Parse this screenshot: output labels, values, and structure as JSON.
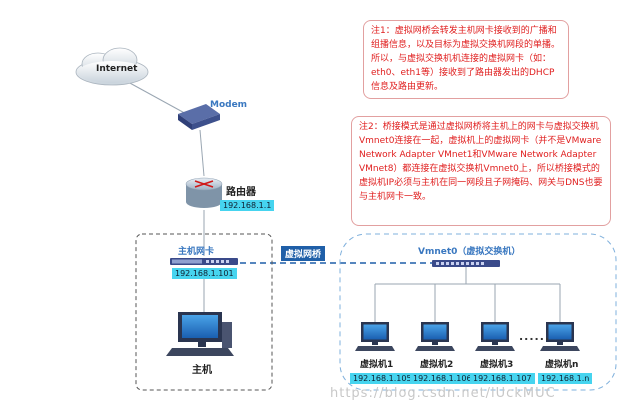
{
  "notes": {
    "note1": "注1：虚拟网桥会转发主机网卡接收到的广播和组播信息，以及目标为虚拟交换机网段的单播。所以，与虚拟交换机机连接的虚拟网卡（如：eth0、eth1等）接收到了路由器发出的DHCP信息及路由更新。",
    "note2": "注2：桥接模式是通过虚拟网桥将主机上的网卡与虚拟交换机Vmnet0连接在一起，虚拟机上的虚拟网卡（并不是VMware Network Adapter VMnet1和VMware Network Adapter VMnet8）都连接在虚拟交换机Vmnet0上，所以桥接模式的虚拟机IP必须与主机在同一网段且子网掩码、网关与DNS也要与主机网卡一致。"
  },
  "internet": {
    "label": "Internet"
  },
  "modem": {
    "label": "Modem"
  },
  "router": {
    "label": "路由器",
    "ip": "192.168.1.1"
  },
  "host_nic": {
    "label": "主机网卡",
    "ip": "192.168.1.101"
  },
  "bridge": {
    "label": "虚拟网桥"
  },
  "vmnet0": {
    "label": "Vmnet0（虚拟交换机）"
  },
  "host": {
    "label": "主机"
  },
  "vms": [
    {
      "label": "虚拟机1",
      "ip": "192.168.1.105"
    },
    {
      "label": "虚拟机2",
      "ip": "192.168.1.106"
    },
    {
      "label": "虚拟机3",
      "ip": "192.168.1.107"
    },
    {
      "label": "虚拟机n",
      "ip": "192.168.1.n"
    }
  ],
  "ellipsis": "......",
  "watermark": "https://blog.csdn.net/lUckMUC",
  "colors": {
    "accent_blue": "#4a8fd0",
    "note_red": "#e02020",
    "ip_bg": "#46d4ef",
    "dark_blue": "#1f5fa8"
  }
}
